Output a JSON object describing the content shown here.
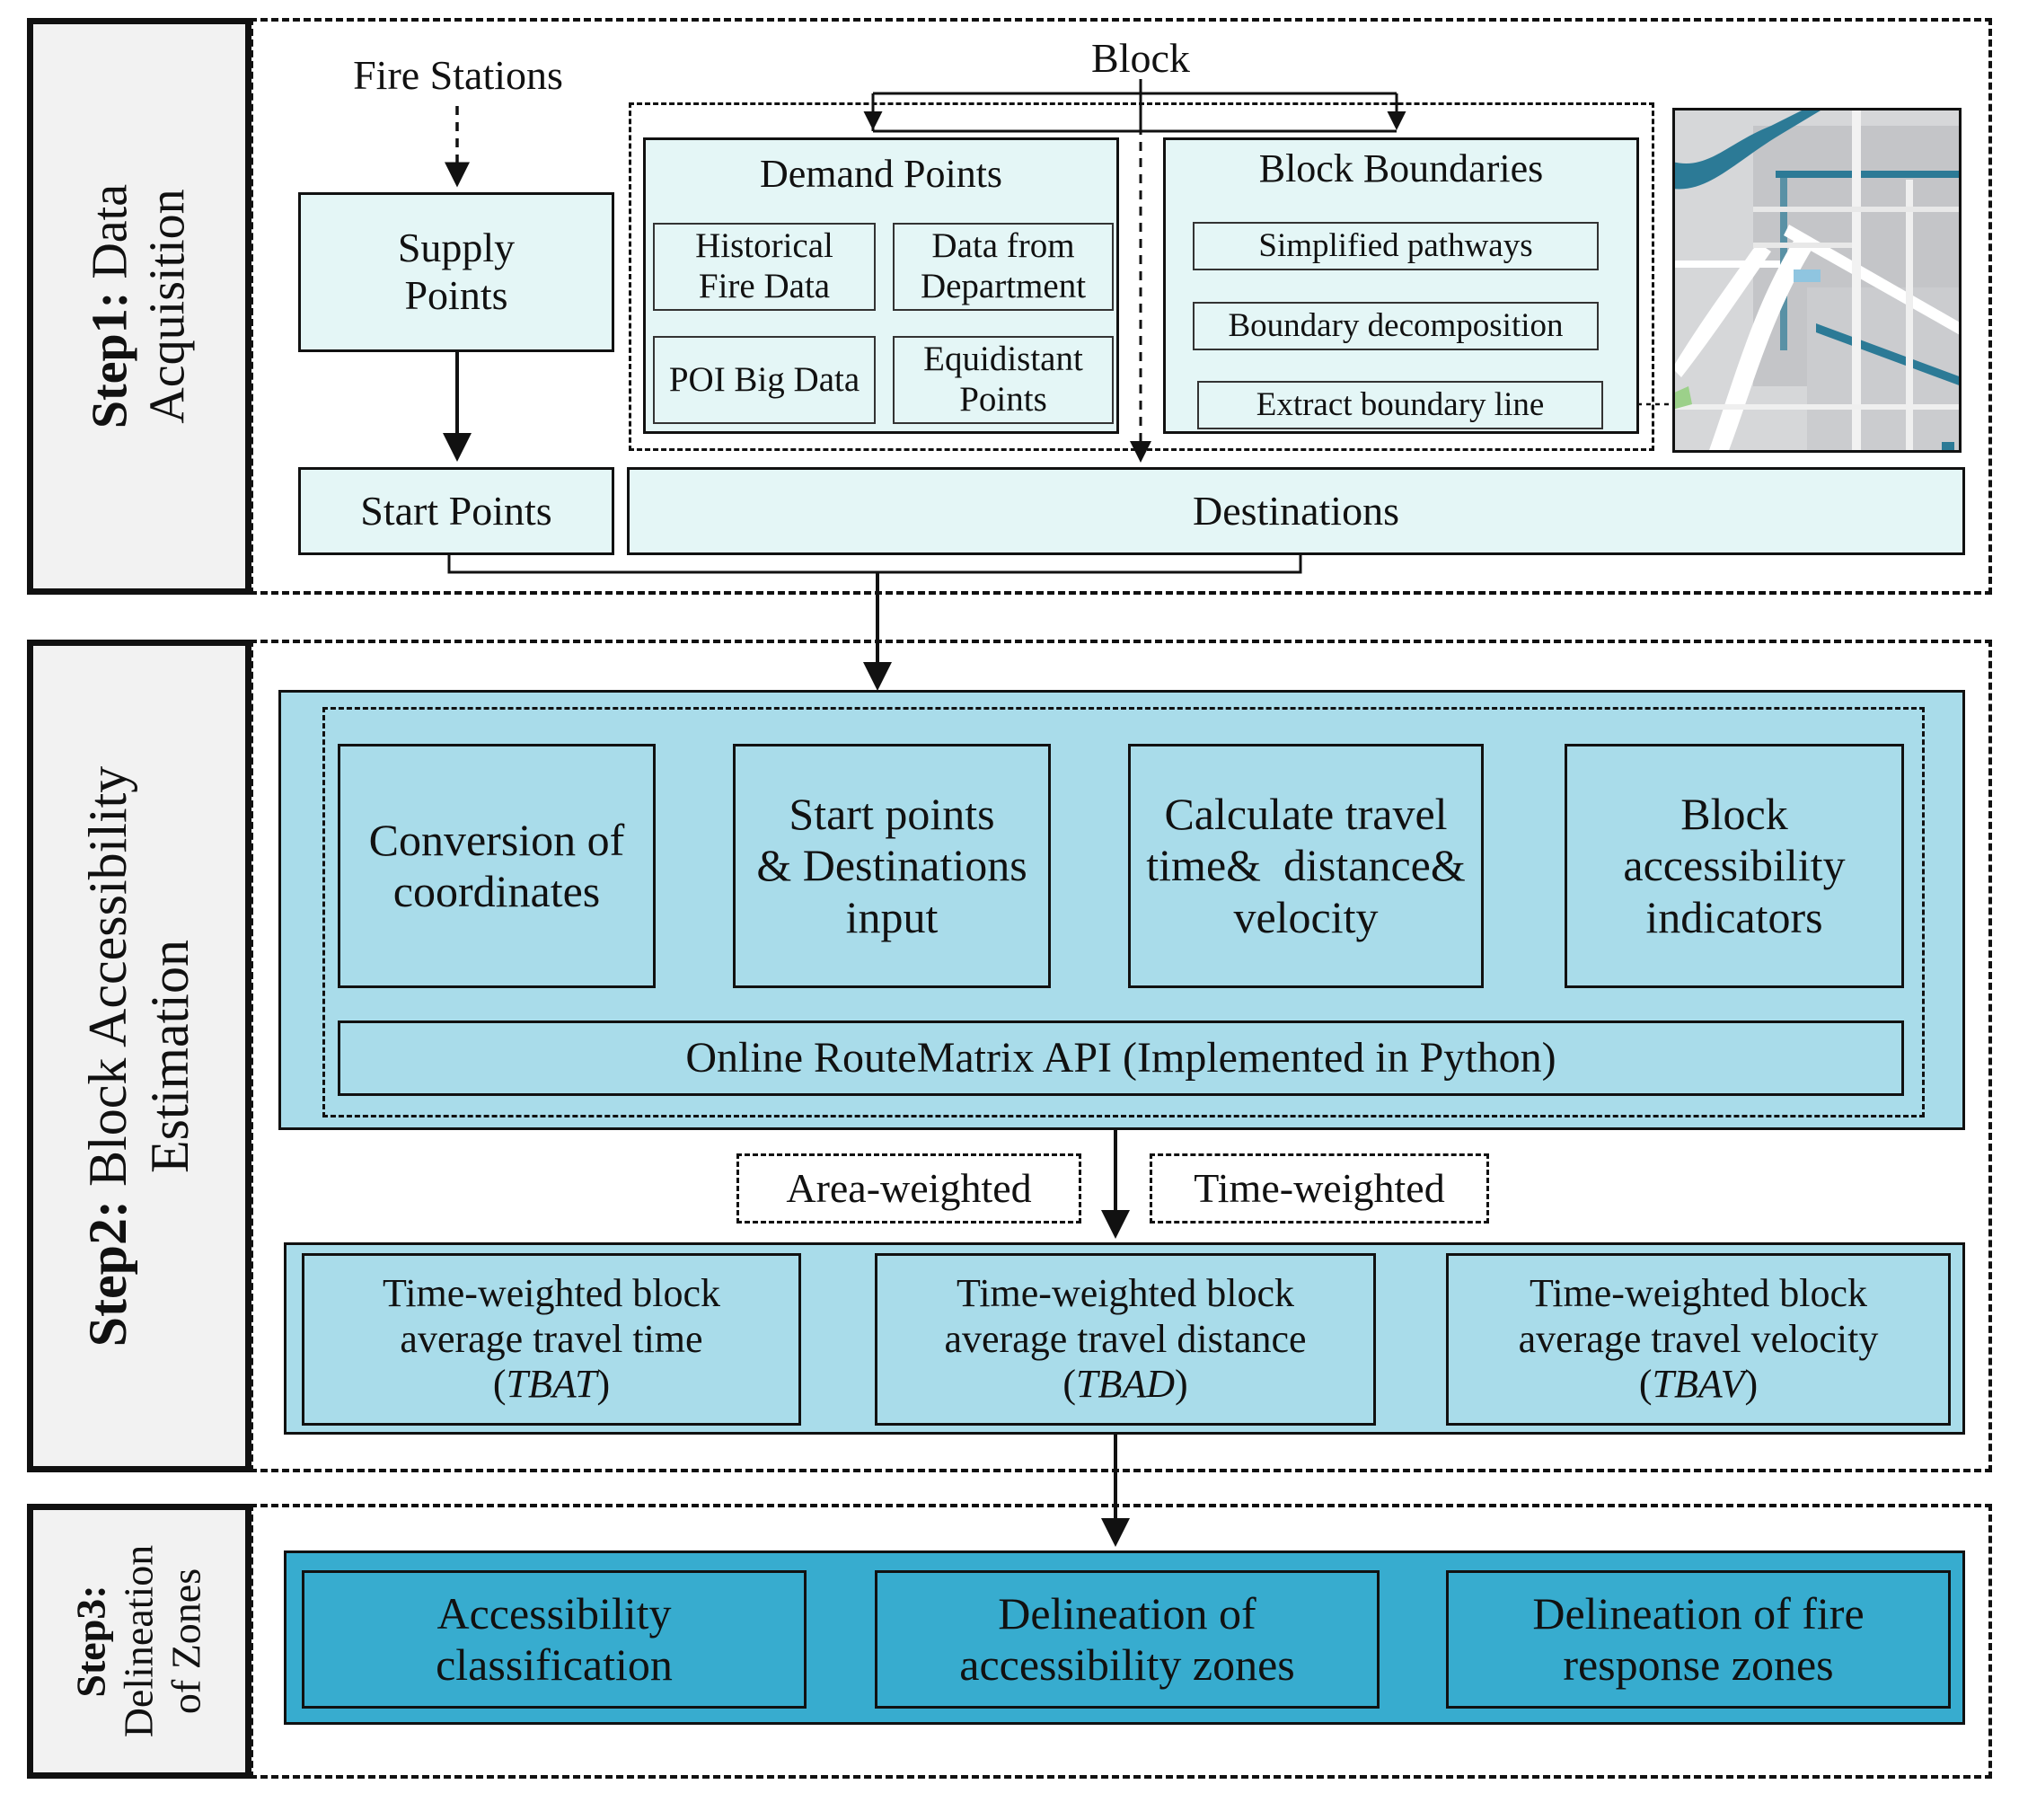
{
  "colors": {
    "step1_fill": "#e4f6f6",
    "step2_fill": "#a9dcea",
    "step3_fill": "#37accf",
    "step_tab": "#f2f2f2"
  },
  "step1": {
    "title_bold": "Step1:",
    "title_rest": " Data",
    "title_line2": "Acquisition",
    "fire_stations": "Fire Stations",
    "block": "Block",
    "supply_points_1": "Supply",
    "supply_points_2": "Points",
    "demand_points": "Demand Points",
    "historical_1": "Historical",
    "historical_2": "Fire Data",
    "department_1": "Data from",
    "department_2": "Department",
    "poi": "POI Big Data",
    "equidistant_1": "Equidistant",
    "equidistant_2": "Points",
    "block_boundaries": "Block Boundaries",
    "simplified": "Simplified pathways",
    "decomposition": "Boundary decomposition",
    "extract": "Extract boundary line",
    "start_points": "Start Points",
    "destinations": "Destinations"
  },
  "step2": {
    "title_bold": "Step2:",
    "title_rest": " Block Accessibility",
    "title_line2": "Estimation",
    "conversion_1": "Conversion of",
    "conversion_2": "coordinates",
    "input_1": "Start points",
    "input_2": "& Destinations",
    "input_3": "input",
    "calc_1": "Calculate travel",
    "calc_2": "time&  distance&",
    "calc_3": "velocity",
    "indicators_1": "Block",
    "indicators_2": "accessibility",
    "indicators_3": "indicators",
    "api": "Online RouteMatrix API (Implemented in Python)",
    "area_weighted": "Area-weighted",
    "time_weighted": "Time-weighted",
    "tbat_1": "Time-weighted block",
    "tbat_2": "average travel time",
    "tbat_3": "TBAT",
    "tbad_1": "Time-weighted block",
    "tbad_2": "average travel distance",
    "tbad_3": "TBAD",
    "tbav_1": "Time-weighted block",
    "tbav_2": "average travel velocity",
    "tbav_3": "TBAV"
  },
  "step3": {
    "title_bold": "Step3:",
    "title_line2": "Delineation",
    "title_line3": "of Zones",
    "classification_1": "Accessibility",
    "classification_2": "classification",
    "zones_1": "Delineation of",
    "zones_2": "accessibility zones",
    "fire_1": "Delineation of fire",
    "fire_2": "response zones"
  }
}
